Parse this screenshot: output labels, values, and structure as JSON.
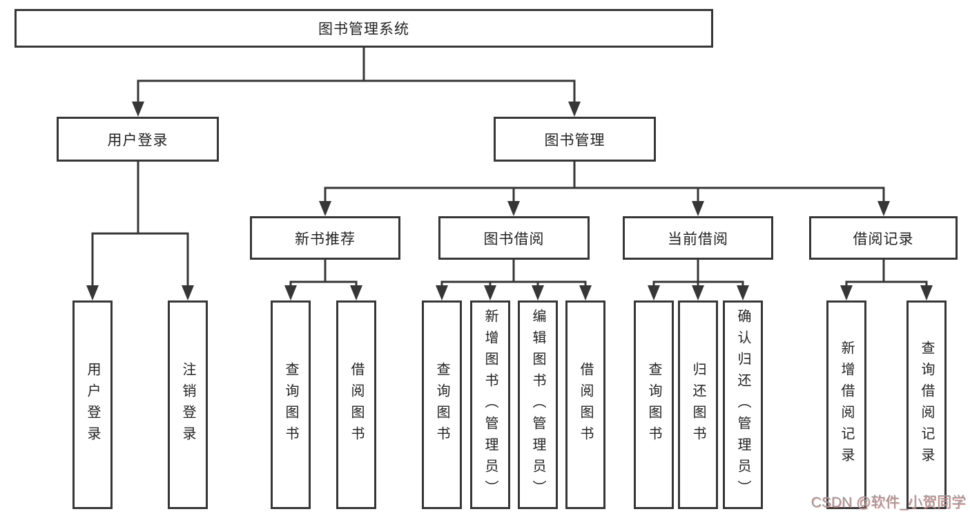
{
  "diagram_title": "图书管理系统",
  "nodes": {
    "root": "图书管理系统",
    "l2": [
      "用户登录",
      "图书管理"
    ],
    "l3": [
      "新书推荐",
      "图书借阅",
      "当前借阅",
      "借阅记录"
    ],
    "leaves": [
      "用户登录",
      "注销登录",
      "查询图书",
      "借阅图书",
      "查询图书",
      "新增图书（管理员）",
      "编辑图书（管理员）",
      "借阅图书",
      "查询图书",
      "归还图书",
      "确认归还（管理员）",
      "新增借阅记录",
      "查询借阅记录"
    ]
  },
  "watermark": {
    "text": "CSDN @软件_小贺同学"
  },
  "colors": {
    "line": "#363636",
    "box_border": "#363636",
    "text": "#222222",
    "background": "#ffffff",
    "watermark_gray": "#9b9b9b",
    "watermark_red": "#eb6e6e"
  }
}
